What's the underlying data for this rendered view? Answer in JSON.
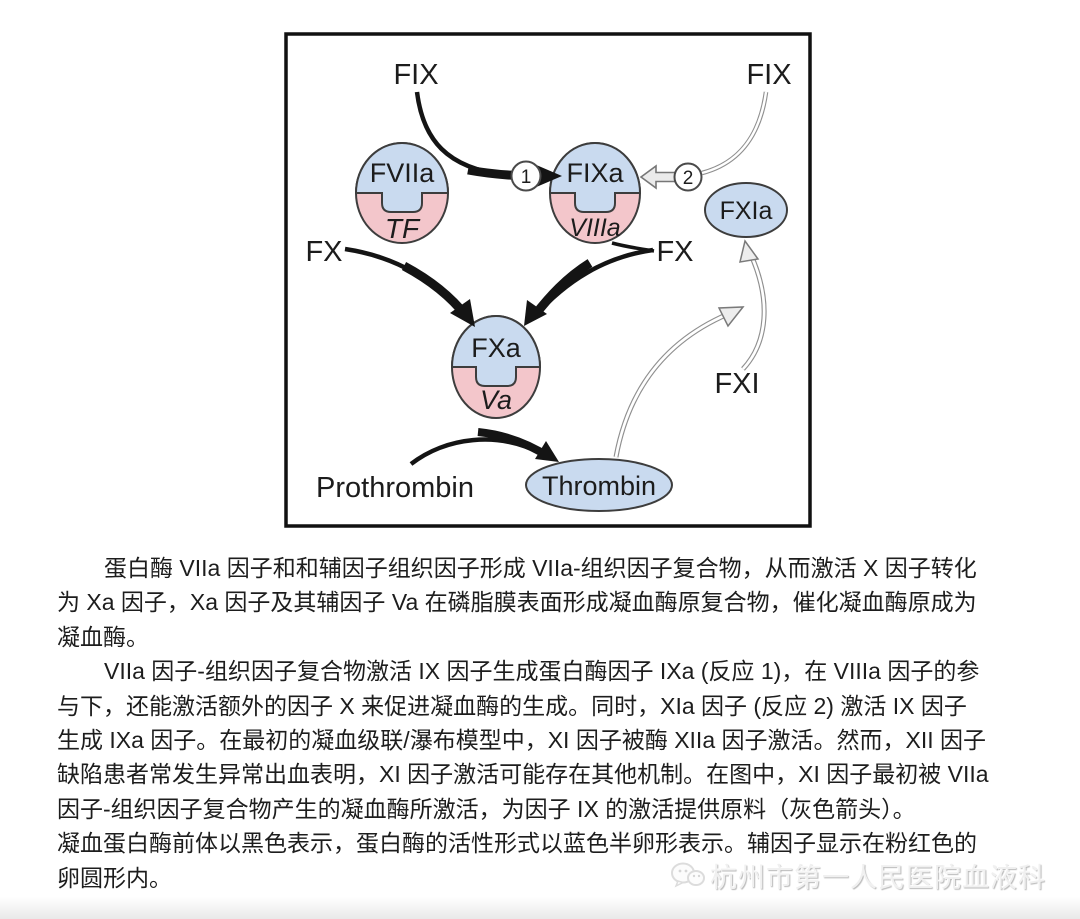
{
  "diagram": {
    "labels": {
      "fix_left": "FIX",
      "fix_right": "FIX",
      "fx_left": "FX",
      "fx_right": "FX",
      "fxi": "FXI",
      "prothrombin": "Prothrombin",
      "reaction1": "1",
      "reaction2": "2"
    },
    "complexes": {
      "fviia_tf": {
        "protease": "FVIIa",
        "cofactor": "TF"
      },
      "fixa_viiia": {
        "protease": "FIXa",
        "cofactor": "VIIIa"
      },
      "fxa_va": {
        "protease": "FXa",
        "cofactor": "Va"
      }
    },
    "enzymes": {
      "fxia": "FXIa",
      "thrombin": "Thrombin"
    },
    "colors": {
      "protease_blue": "#c9daef",
      "cofactor_pink": "#f3c6cb",
      "outline": "#3d3d3d",
      "black_arrow": "#141414",
      "gray_arrow": "#8f8f8f"
    }
  },
  "article": {
    "lines": [
      {
        "text": "蛋白酶 VIIa 因子和和辅因子组织因子形成 VIIa-组织因子复合物，从而激活 X 因子转化"
      },
      {
        "text": "为 Xa 因子，Xa 因子及其辅因子 Va 在磷脂膜表面形成凝血酶原复合物，催化凝血酶原成为"
      },
      {
        "text": "凝血酶。"
      },
      {
        "text": "VIIa 因子-组织因子复合物激活 IX 因子生成蛋白酶因子 IXa (反应 1)，在 VIIIa 因子的参"
      },
      {
        "text": "与下，还能激活额外的因子 X 来促进凝血酶的生成。同时，XIa 因子 (反应 2) 激活 IX 因子"
      },
      {
        "text": "生成 IXa 因子。在最初的凝血级联/瀑布模型中，XI 因子被酶 XIIa 因子激活。然而，XII 因子"
      },
      {
        "text": "缺陷患者常发生异常出血表明，XI 因子激活可能存在其他机制。在图中，XI 因子最初被 VIIa"
      },
      {
        "text": "因子-组织因子复合物产生的凝血酶所激活，为因子 IX 的激活提供原料（灰色箭头）。"
      },
      {
        "text": "凝血蛋白酶前体以黑色表示，蛋白酶的活性形式以蓝色半卵形表示。辅因子显示在粉红色的"
      },
      {
        "text": "卵圆形内。"
      }
    ]
  },
  "watermark": {
    "icon": "wechat-icon",
    "text": "杭州市第一人民医院血液科"
  }
}
